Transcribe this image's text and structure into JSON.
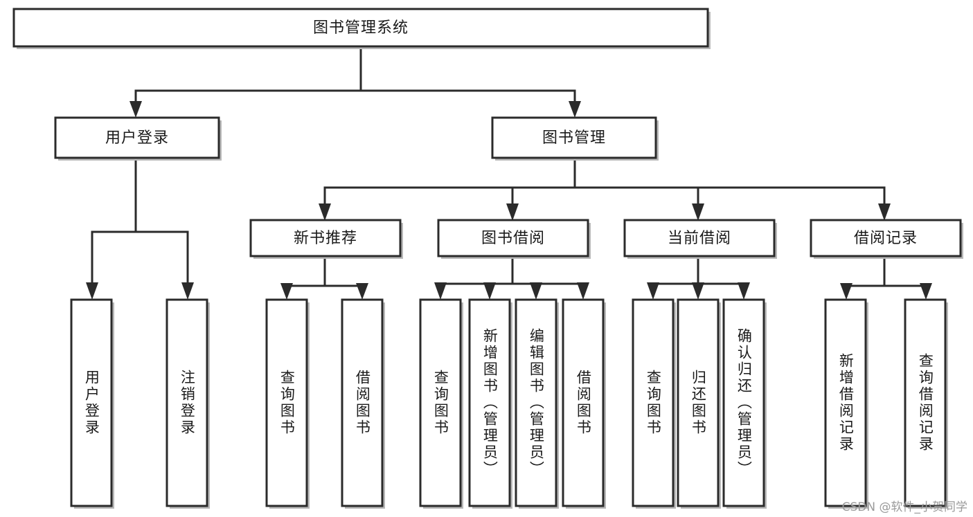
{
  "diagram": {
    "title": "图书管理系统",
    "type": "tree",
    "root": {
      "id": "root",
      "label": "图书管理系统",
      "orientation": "horizontal"
    },
    "level2": [
      {
        "id": "user-login",
        "label": "用户登录",
        "orientation": "horizontal"
      },
      {
        "id": "book-manage",
        "label": "图书管理",
        "orientation": "horizontal"
      }
    ],
    "level3": [
      {
        "id": "new-book-recommend",
        "label": "新书推荐",
        "orientation": "horizontal",
        "parent": "book-manage"
      },
      {
        "id": "book-borrow",
        "label": "图书借阅",
        "orientation": "horizontal",
        "parent": "book-manage"
      },
      {
        "id": "current-borrow",
        "label": "当前借阅",
        "orientation": "horizontal",
        "parent": "book-manage"
      },
      {
        "id": "borrow-record",
        "label": "借阅记录",
        "orientation": "horizontal",
        "parent": "book-manage"
      }
    ],
    "leaves": [
      {
        "id": "leaf-user-login",
        "label": "用户登录",
        "parent": "user-login",
        "orientation": "vertical"
      },
      {
        "id": "leaf-user-logout",
        "label": "注销登录",
        "parent": "user-login",
        "orientation": "vertical"
      },
      {
        "id": "leaf-query-book-1",
        "label": "查询图书",
        "parent": "new-book-recommend",
        "orientation": "vertical"
      },
      {
        "id": "leaf-borrow-book-1",
        "label": "借阅图书",
        "parent": "new-book-recommend",
        "orientation": "vertical"
      },
      {
        "id": "leaf-query-book-2",
        "label": "查询图书",
        "parent": "book-borrow",
        "orientation": "vertical"
      },
      {
        "id": "leaf-add-book",
        "label": "新增图书（管理员）",
        "parent": "book-borrow",
        "orientation": "vertical"
      },
      {
        "id": "leaf-edit-book",
        "label": "编辑图书（管理员）",
        "parent": "book-borrow",
        "orientation": "vertical"
      },
      {
        "id": "leaf-borrow-book-2",
        "label": "借阅图书",
        "parent": "book-borrow",
        "orientation": "vertical"
      },
      {
        "id": "leaf-query-book-3",
        "label": "查询图书",
        "parent": "current-borrow",
        "orientation": "vertical"
      },
      {
        "id": "leaf-return-book",
        "label": "归还图书",
        "parent": "current-borrow",
        "orientation": "vertical"
      },
      {
        "id": "leaf-confirm-return",
        "label": "确认归还（管理员）",
        "parent": "current-borrow",
        "orientation": "vertical"
      },
      {
        "id": "leaf-add-record",
        "label": "新增借阅记录",
        "parent": "borrow-record",
        "orientation": "vertical"
      },
      {
        "id": "leaf-query-record",
        "label": "查询借阅记录",
        "parent": "borrow-record",
        "orientation": "vertical"
      }
    ],
    "colors": {
      "box_stroke": "#2b2b2b",
      "box_fill": "#ffffff",
      "connector": "#2b2b2b",
      "text": "#1a1a1a",
      "watermark": "#9a9a9a"
    }
  },
  "watermark": {
    "text": "CSDN @软件_小贺同学"
  }
}
